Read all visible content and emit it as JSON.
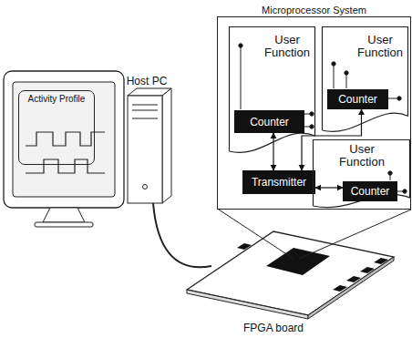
{
  "diagram": {
    "nodes": [
      {
        "text": [
          "Activity Profile"
        ]
      },
      {
        "text": [
          "Microprocessor System"
        ]
      },
      {
        "text": [
          "User Function"
        ],
        "in": 1
      },
      {
        "text": [
          "Counter"
        ],
        "in": 2
      },
      {
        "text": [
          "User Function"
        ],
        "in": 1
      },
      {
        "text": [
          "Counter"
        ],
        "in": 4
      },
      {
        "text": [
          "Transmitter"
        ],
        "in": 1
      },
      {
        "text": [
          "User Function"
        ],
        "in": 1
      },
      {
        "text": [
          "Counter"
        ],
        "in": 7
      }
    ],
    "edges": [
      {
        "from": 3,
        "to": 6,
        "arrow": "both"
      },
      {
        "from": 5,
        "to": 6,
        "arrow": "both"
      },
      {
        "from": 6,
        "to": 8,
        "arrow": "both"
      }
    ],
    "labels": [
      "Host PC",
      "FPGA board"
    ]
  }
}
